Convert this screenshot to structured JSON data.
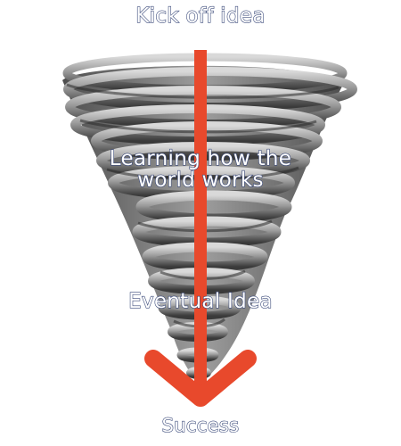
{
  "diagram": {
    "stages": {
      "start": "Kick off idea",
      "middle_line1": "Learning how the",
      "middle_line2": "world works",
      "later": "Eventual Idea",
      "end": "Success"
    },
    "colors": {
      "arrow": "#e8492c",
      "tornado_dark": "#3d3d3d",
      "tornado_light": "#cfcfcf",
      "text_fill": "#ffffff",
      "text_outline": "#3b4a7a"
    },
    "icons": {
      "funnel": "tornado-icon",
      "flow": "arrow-down-icon"
    }
  }
}
